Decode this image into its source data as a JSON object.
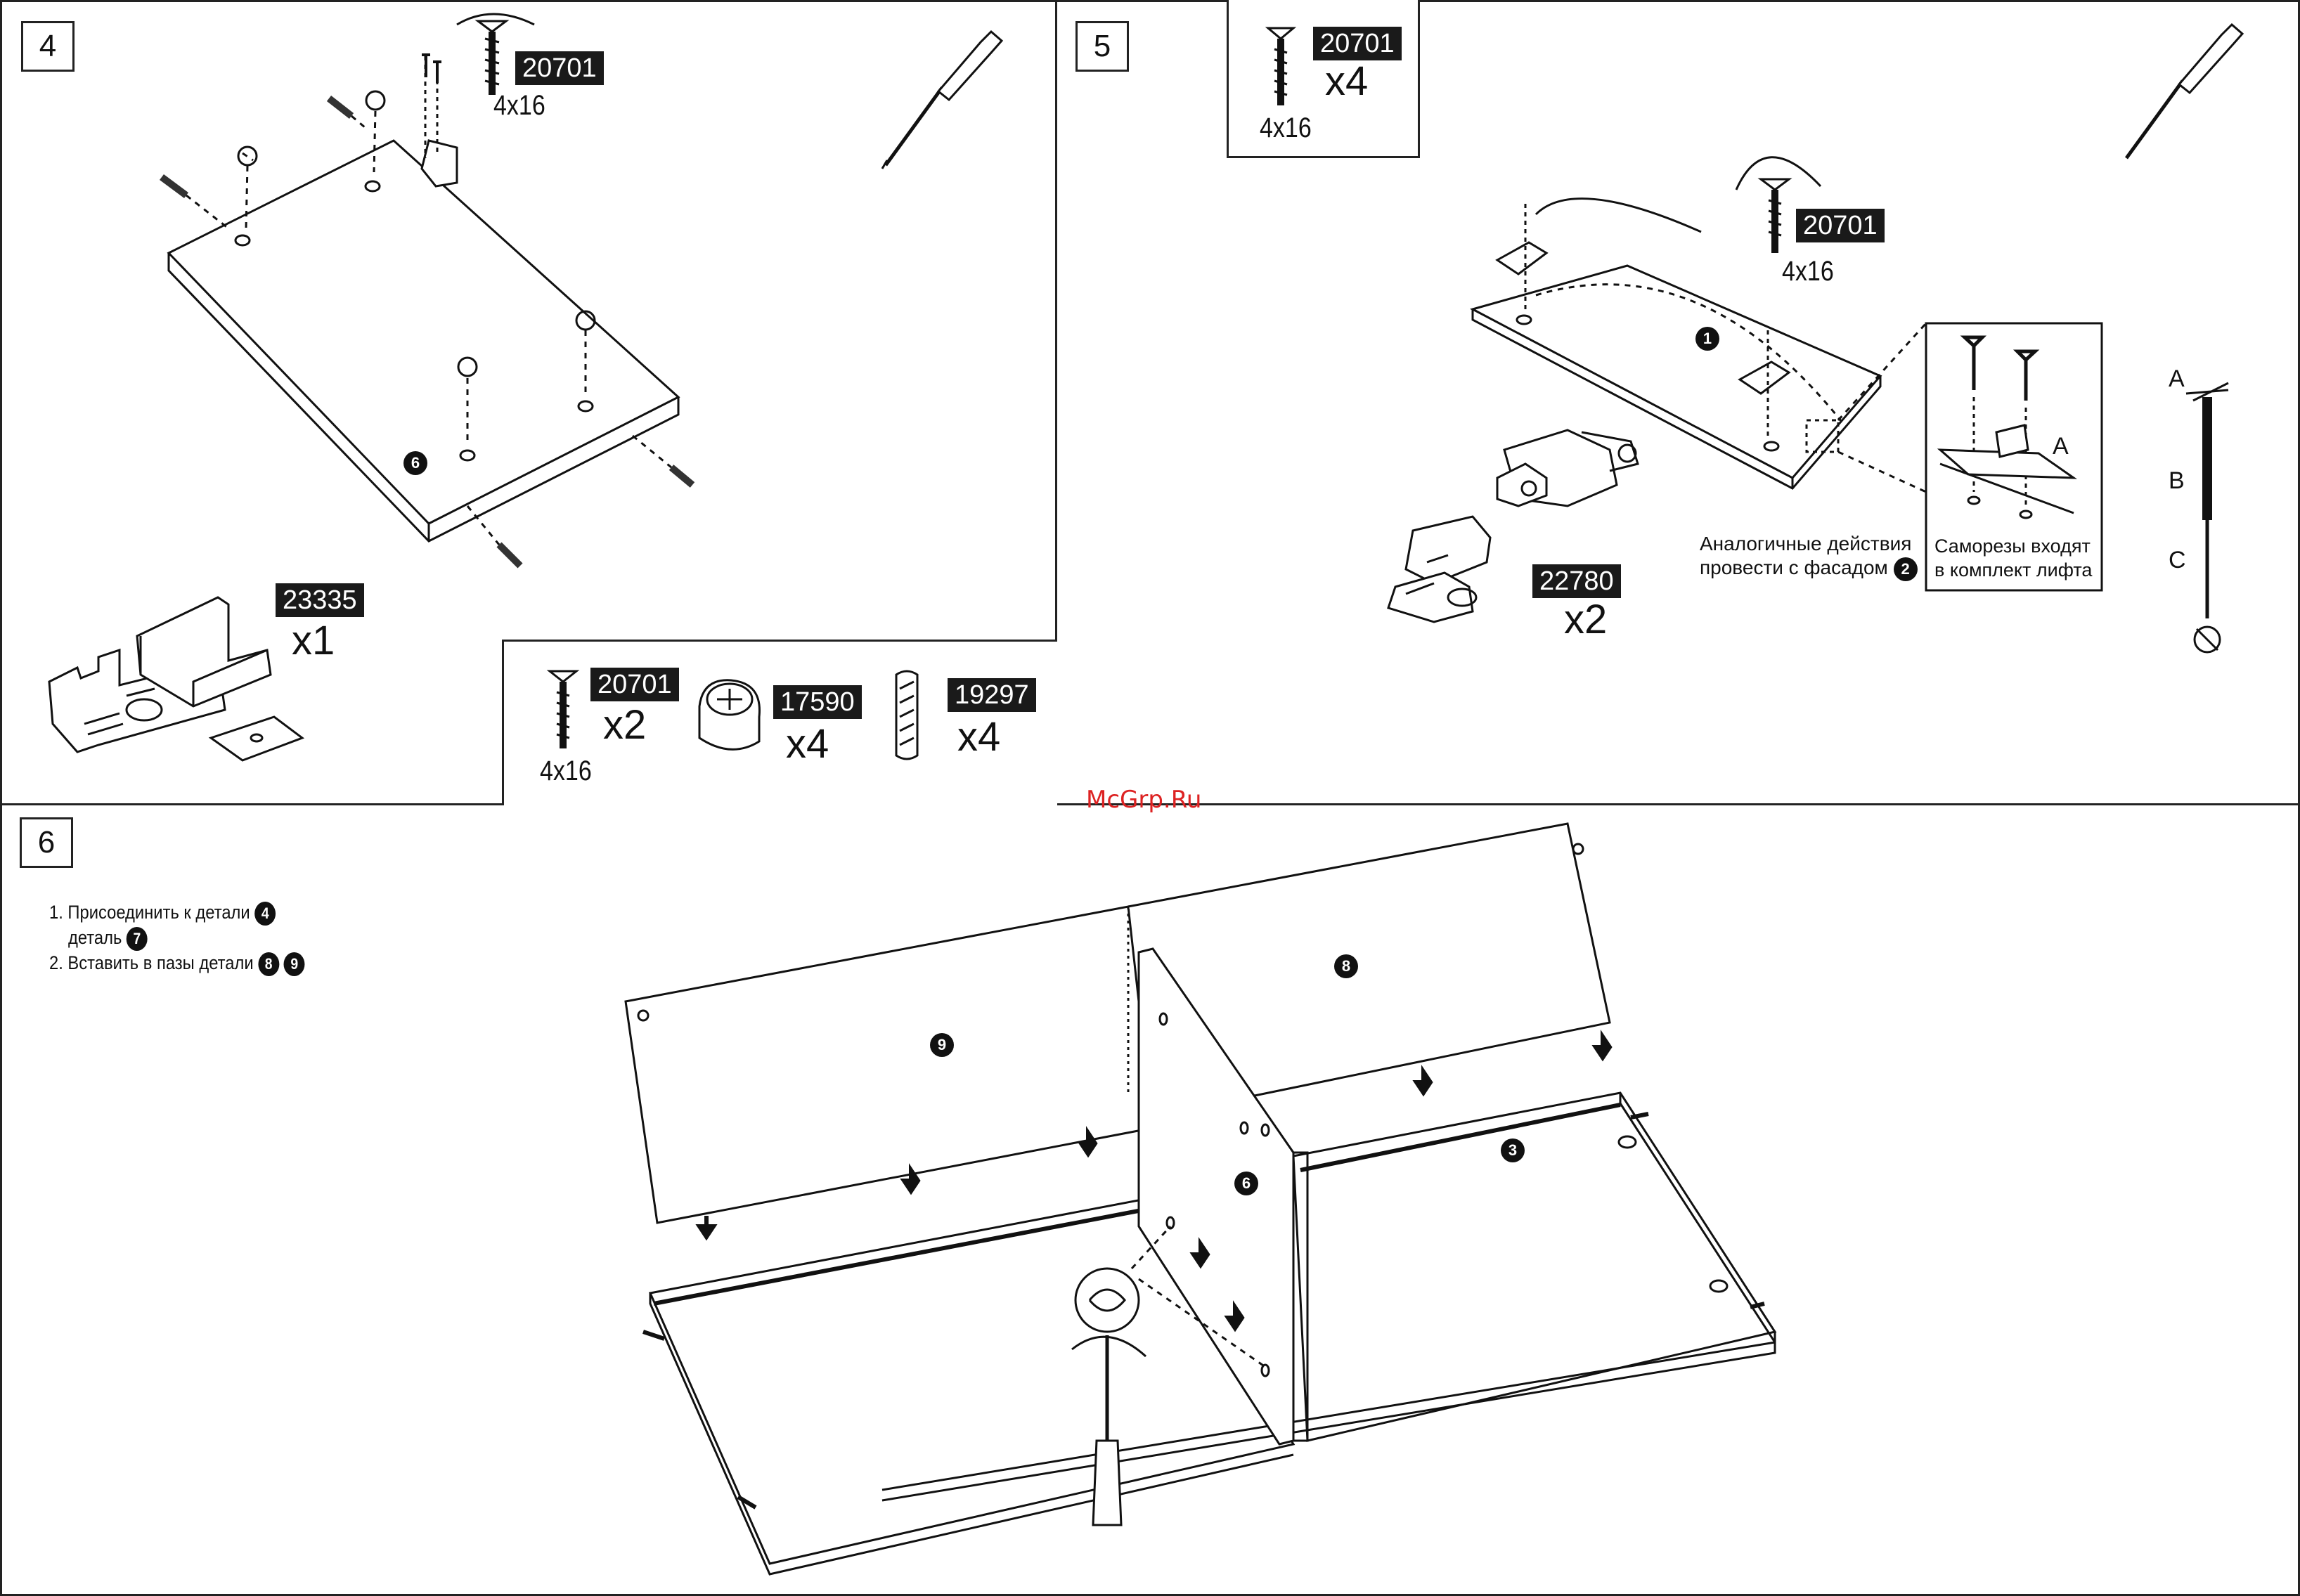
{
  "steps": {
    "step4": {
      "number": "4",
      "screw_code": "20701",
      "screw_size": "4x16",
      "part_badge": "6",
      "bracket_code": "23335",
      "bracket_qty": "x1",
      "hardware": [
        {
          "code": "20701",
          "qty": "x2",
          "size": "4x16",
          "icon": "screw-icon"
        },
        {
          "code": "17590",
          "qty": "x4",
          "icon": "cam-lock-icon"
        },
        {
          "code": "19297",
          "qty": "x4",
          "icon": "dowel-icon"
        }
      ]
    },
    "step5": {
      "number": "5",
      "box_code": "20701",
      "box_qty": "x4",
      "box_size": "4x16",
      "callout_code": "20701",
      "callout_size": "4x16",
      "part_badge": "1",
      "hinge_code": "22780",
      "hinge_qty": "x2",
      "note_line1": "Аналогичные действия",
      "note_line2": "провести с фасадом",
      "note_badge": "2",
      "inset_label_a": "A",
      "inset_line1": "Саморезы входят",
      "inset_line2": "в комплект лифта",
      "lift_labels": [
        "A",
        "B",
        "C"
      ]
    },
    "step6": {
      "number": "6",
      "instr1_text": "1. Присоединить к детали",
      "instr1_badge": "4",
      "instr1_cont": "деталь",
      "instr1_cont_badge": "7",
      "instr2_text": "2. Вставить в пазы детали",
      "instr2_badge1": "8",
      "instr2_badge2": "9",
      "part_badges": {
        "p9": "9",
        "p8": "8",
        "p6": "6",
        "p3": "3"
      }
    }
  },
  "watermark": "McGrp.Ru",
  "colors": {
    "ink": "#111111",
    "code_bg": "#1a1a1a",
    "watermark": "#dd2222"
  }
}
